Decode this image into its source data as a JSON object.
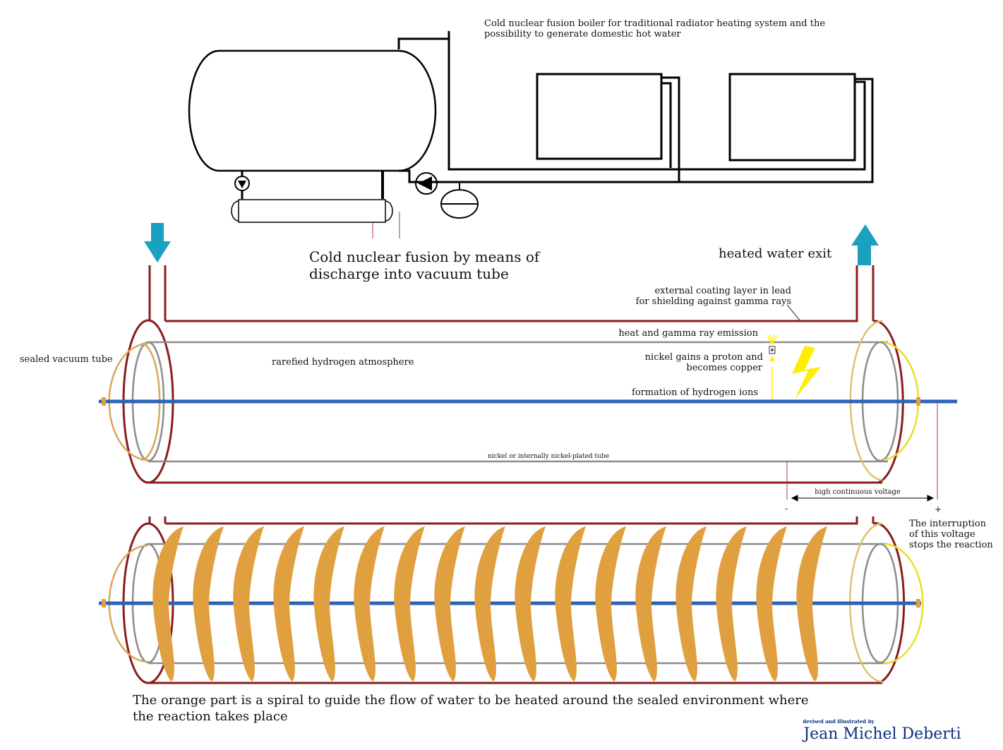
{
  "boiler": {
    "title_line1": "Cold nuclear fusion boiler for traditional radiator heating system and the",
    "title_line2": "possibility to generate domestic hot water"
  },
  "tube": {
    "heading_line1": "Cold nuclear fusion by means of",
    "heading_line2": "discharge into vacuum tube",
    "exit_label": "heated water exit",
    "coating_line1": "external coating layer in lead",
    "coating_line2": "for shielding against gamma rays",
    "heat_emission": "heat and gamma ray emission",
    "nickel_line1": "nickel gains a proton and",
    "nickel_line2": "becomes copper",
    "ions": "formation of hydrogen ions",
    "sealed": "sealed vacuum tube",
    "atmosphere": "rarefied hydrogen atmosphere",
    "nickel_tube": "nickel or internally nickel-plated tube",
    "voltage": "high continuous voltage",
    "minus": "-",
    "plus": "+",
    "interrupt_line1": "The interruption",
    "interrupt_line2": "of this voltage",
    "interrupt_line3": "stops the reaction"
  },
  "spiral": {
    "caption_line1": "The orange part is a spiral to guide the flow of water to be heated around the sealed environment where",
    "caption_line2": "the reaction takes place"
  },
  "credit": {
    "small": "devised and illustrated by",
    "name": "Jean Michel Deberti"
  },
  "colors": {
    "lead": "#8a1c1c",
    "nickel": "#8c8c8c",
    "electrode": "#2a63b8",
    "spiral": "#e0a040",
    "arrow": "#1aa0c0",
    "spark": "#ffee00"
  }
}
